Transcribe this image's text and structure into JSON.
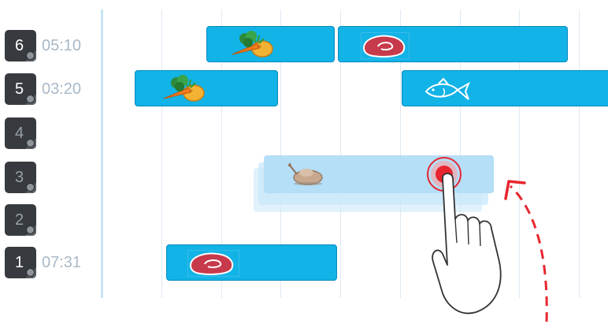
{
  "rows": [
    {
      "number": "6",
      "time": "05:10",
      "active": true
    },
    {
      "number": "5",
      "time": "03:20",
      "active": true
    },
    {
      "number": "4",
      "time": "",
      "active": false
    },
    {
      "number": "3",
      "time": "",
      "active": false
    },
    {
      "number": "2",
      "time": "",
      "active": false
    },
    {
      "number": "1",
      "time": "07:31",
      "active": true
    }
  ],
  "bars": [
    {
      "row": "6",
      "icon": "vegetables-icon"
    },
    {
      "row": "6",
      "icon": "meat-steak-icon"
    },
    {
      "row": "5",
      "icon": "vegetables-icon"
    },
    {
      "row": "5",
      "icon": "fish-icon"
    },
    {
      "row": "3",
      "icon": "poultry-icon",
      "state": "dragging"
    },
    {
      "row": "1",
      "icon": "meat-steak-icon"
    }
  ],
  "gesture": {
    "icon": "hand-pointer-icon",
    "direction_icon": "arrow-up-curved-icon"
  },
  "colors": {
    "bar": "#12b3e6",
    "badge": "#373b3f",
    "time_label": "#a9b9c7",
    "gesture_arrow": "#e8262f"
  }
}
